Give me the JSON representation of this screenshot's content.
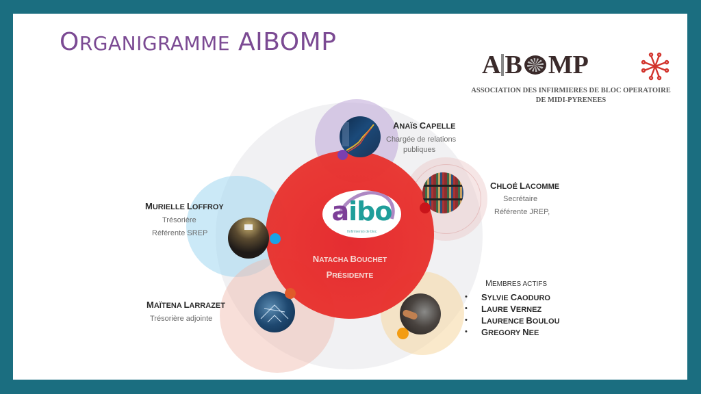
{
  "title": {
    "first_letter": "O",
    "rest_smallcaps": "RGANIGRAMME",
    "suffix": "AIBOMP"
  },
  "logo": {
    "wordmark": "AIB MP",
    "subtitle_line1": "ASSOCIATION DES INFIRMIERES DE BLOC OPERATOIRE",
    "subtitle_line2": "DE MIDI-PYRENEES"
  },
  "center_logo": {
    "text_a": "a",
    "text_rest": "ibo",
    "tagline": "l'infirmier(e) de bloc"
  },
  "colors": {
    "frame": "#1b6e80",
    "title": "#7b4a93",
    "president": "#e8312e",
    "purple": "#7b3fb0",
    "blue": "#1aa3e8",
    "red_dot": "#c9141a",
    "orange_dot": "#e05a2a",
    "yellow_dot": "#f39c12"
  },
  "president": {
    "name_initial": "N",
    "name_rest": "ATACHA ",
    "surname_initial": "B",
    "surname_rest": "OUCHET",
    "role_initial": "P",
    "role_rest": "RÉSIDENTE"
  },
  "members": [
    {
      "key": "capelle",
      "first_initial": "A",
      "first_rest": "NAÏS ",
      "last_initial": "C",
      "last_rest": "APELLE",
      "role_line1": "Chargée de relations",
      "role_line2": "publiques",
      "photo": "stock-chart-photo"
    },
    {
      "key": "lacomme",
      "first_initial": "C",
      "first_rest": "HLOÉ ",
      "last_initial": "L",
      "last_rest": "ACOMME",
      "role_line1": "Secrétaire",
      "role_line2": "Référente JREP,",
      "photo": "bookshelf-photo"
    },
    {
      "key": "loffroy",
      "first_initial": "M",
      "first_rest": "URIELLE ",
      "last_initial": "L",
      "last_rest": "OFFROY",
      "role_line1": "Trésorière",
      "role_line2": "Référente SREP",
      "photo": "conference-photo"
    },
    {
      "key": "larrazet",
      "first_initial": "M",
      "first_rest": "AÏTENA ",
      "last_initial": "L",
      "last_rest": "ARRAZET",
      "role_line1": "Trésorière adjointe",
      "photo": "blueprint-photo"
    }
  ],
  "active_members": {
    "header_initial": "M",
    "header_rest": "EMBRES ACTIFS",
    "bullet": "•",
    "list": [
      {
        "first_initial": "S",
        "first_rest": "YLVIE ",
        "last_initial": "C",
        "last_rest": "AODURO"
      },
      {
        "first_initial": "L",
        "first_rest": "AURE ",
        "last_initial": "V",
        "last_rest": "ERNEZ"
      },
      {
        "first_initial": "L",
        "first_rest": "AURENCE ",
        "last_initial": "B",
        "last_rest": "OULOU"
      },
      {
        "first_initial": "G",
        "first_rest": "REGORY ",
        "last_initial": "N",
        "last_rest": "EE"
      }
    ],
    "photo": "surgery-photo"
  }
}
